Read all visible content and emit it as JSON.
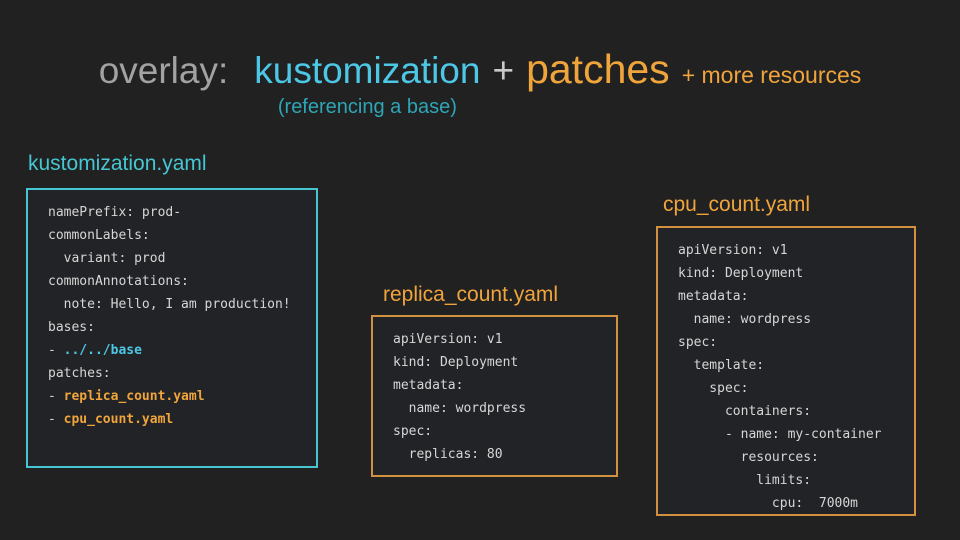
{
  "title": {
    "prefix": "overlay:",
    "term1": "kustomization",
    "plus": "+",
    "term2": "patches",
    "suffix": "+ more resources",
    "subtitle": "(referencing a base)"
  },
  "colors": {
    "background": "#212121",
    "title_gray": "#a2a2a2",
    "accent_cyan": "#4cc7e6",
    "accent_teal": "#2da6b7",
    "accent_orange": "#f0a43c",
    "border_cyan": "#46c6d2",
    "border_orange": "#d2913e",
    "code_text": "#d6d6d6"
  },
  "panels": [
    {
      "title": "kustomization.yaml",
      "accent": "cyan",
      "lines": [
        [
          {
            "t": "namePrefix: prod-",
            "c": "plain"
          }
        ],
        [
          {
            "t": "commonLabels:",
            "c": "plain"
          }
        ],
        [
          {
            "t": "  variant: prod",
            "c": "plain"
          }
        ],
        [
          {
            "t": "commonAnnotations:",
            "c": "plain"
          }
        ],
        [
          {
            "t": "  note: Hello, I am production!",
            "c": "plain"
          }
        ],
        [
          {
            "t": "bases:",
            "c": "plain"
          }
        ],
        [
          {
            "t": "- ",
            "c": "plain"
          },
          {
            "t": "../../base",
            "c": "cyan"
          }
        ],
        [
          {
            "t": "patches:",
            "c": "plain"
          }
        ],
        [
          {
            "t": "- ",
            "c": "plain"
          },
          {
            "t": "replica_count.yaml",
            "c": "orange"
          }
        ],
        [
          {
            "t": "- ",
            "c": "plain"
          },
          {
            "t": "cpu_count.yaml",
            "c": "orange"
          }
        ]
      ]
    },
    {
      "title": "replica_count.yaml",
      "accent": "orange",
      "lines": [
        [
          {
            "t": "apiVersion: v1",
            "c": "plain"
          }
        ],
        [
          {
            "t": "kind: Deployment",
            "c": "plain"
          }
        ],
        [
          {
            "t": "metadata:",
            "c": "plain"
          }
        ],
        [
          {
            "t": "  name: wordpress",
            "c": "plain"
          }
        ],
        [
          {
            "t": "spec:",
            "c": "plain"
          }
        ],
        [
          {
            "t": "  replicas: 80",
            "c": "plain"
          }
        ]
      ]
    },
    {
      "title": "cpu_count.yaml",
      "accent": "orange",
      "lines": [
        [
          {
            "t": "apiVersion: v1",
            "c": "plain"
          }
        ],
        [
          {
            "t": "kind: Deployment",
            "c": "plain"
          }
        ],
        [
          {
            "t": "metadata:",
            "c": "plain"
          }
        ],
        [
          {
            "t": "  name: wordpress",
            "c": "plain"
          }
        ],
        [
          {
            "t": "spec:",
            "c": "plain"
          }
        ],
        [
          {
            "t": "  template:",
            "c": "plain"
          }
        ],
        [
          {
            "t": "    spec:",
            "c": "plain"
          }
        ],
        [
          {
            "t": "      containers:",
            "c": "plain"
          }
        ],
        [
          {
            "t": "      - name: my-container",
            "c": "plain"
          }
        ],
        [
          {
            "t": "        resources:",
            "c": "plain"
          }
        ],
        [
          {
            "t": "          limits:",
            "c": "plain"
          }
        ],
        [
          {
            "t": "            cpu:  7000m",
            "c": "plain"
          }
        ]
      ]
    }
  ]
}
